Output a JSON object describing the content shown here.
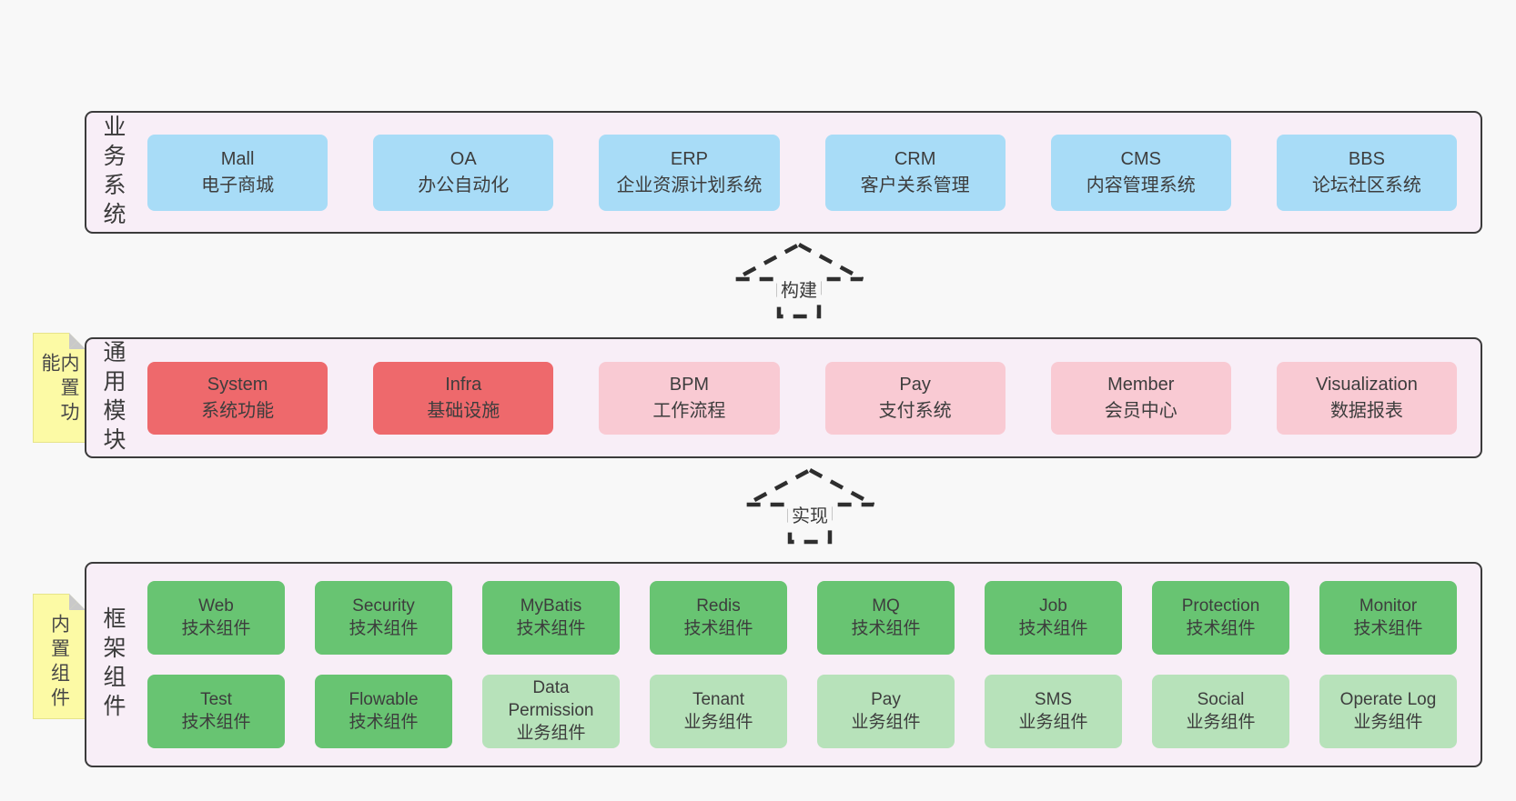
{
  "colors": {
    "page": "#f8f8f8",
    "panel": "#f8eef7",
    "panel_border": "#3b3b3b",
    "blue": "#a8dcf7",
    "red": "#ee696c",
    "pink": "#f9cad3",
    "green": "#68c472",
    "light_green": "#b7e2ba",
    "note_yellow": "#fcfaa5",
    "note_fold": "#c9c9c9",
    "arrow_stroke": "#2e2e2e",
    "text": "#3a3a3a"
  },
  "layers": {
    "business": {
      "label": "业务系统",
      "items": [
        {
          "name": "Mall",
          "desc": "电子商城",
          "variant": "blue"
        },
        {
          "name": "OA",
          "desc": "办公自动化",
          "variant": "blue"
        },
        {
          "name": "ERP",
          "desc": "企业资源计划系统",
          "variant": "blue"
        },
        {
          "name": "CRM",
          "desc": "客户关系管理",
          "variant": "blue"
        },
        {
          "name": "CMS",
          "desc": "内容管理系统",
          "variant": "blue"
        },
        {
          "name": "BBS",
          "desc": "论坛社区系统",
          "variant": "blue"
        }
      ]
    },
    "modules": {
      "label": "通用模块",
      "note": "内置功能",
      "items": [
        {
          "name": "System",
          "desc": "系统功能",
          "variant": "red"
        },
        {
          "name": "Infra",
          "desc": "基础设施",
          "variant": "red"
        },
        {
          "name": "BPM",
          "desc": "工作流程",
          "variant": "pink"
        },
        {
          "name": "Pay",
          "desc": "支付系统",
          "variant": "pink"
        },
        {
          "name": "Member",
          "desc": "会员中心",
          "variant": "pink"
        },
        {
          "name": "Visualization",
          "desc": "数据报表",
          "variant": "pink"
        }
      ]
    },
    "components": {
      "label": "框架组件",
      "note": "内置组件",
      "rows": [
        [
          {
            "name": "Web",
            "desc": "技术组件",
            "variant": "green"
          },
          {
            "name": "Security",
            "desc": "技术组件",
            "variant": "green"
          },
          {
            "name": "MyBatis",
            "desc": "技术组件",
            "variant": "green"
          },
          {
            "name": "Redis",
            "desc": "技术组件",
            "variant": "green"
          },
          {
            "name": "MQ",
            "desc": "技术组件",
            "variant": "green"
          },
          {
            "name": "Job",
            "desc": "技术组件",
            "variant": "green"
          },
          {
            "name": "Protection",
            "desc": "技术组件",
            "variant": "green"
          },
          {
            "name": "Monitor",
            "desc": "技术组件",
            "variant": "green"
          }
        ],
        [
          {
            "name": "Test",
            "desc": "技术组件",
            "variant": "green"
          },
          {
            "name": "Flowable",
            "desc": "技术组件",
            "variant": "green"
          },
          {
            "name": "Data Permission",
            "desc": "业务组件",
            "variant": "light_green"
          },
          {
            "name": "Tenant",
            "desc": "业务组件",
            "variant": "light_green"
          },
          {
            "name": "Pay",
            "desc": "业务组件",
            "variant": "light_green"
          },
          {
            "name": "SMS",
            "desc": "业务组件",
            "variant": "light_green"
          },
          {
            "name": "Social",
            "desc": "业务组件",
            "variant": "light_green"
          },
          {
            "name": "Operate Log",
            "desc": "业务组件",
            "variant": "light_green"
          }
        ]
      ]
    }
  },
  "arrows": [
    {
      "id": "build",
      "label": "构建"
    },
    {
      "id": "implement",
      "label": "实现"
    }
  ]
}
